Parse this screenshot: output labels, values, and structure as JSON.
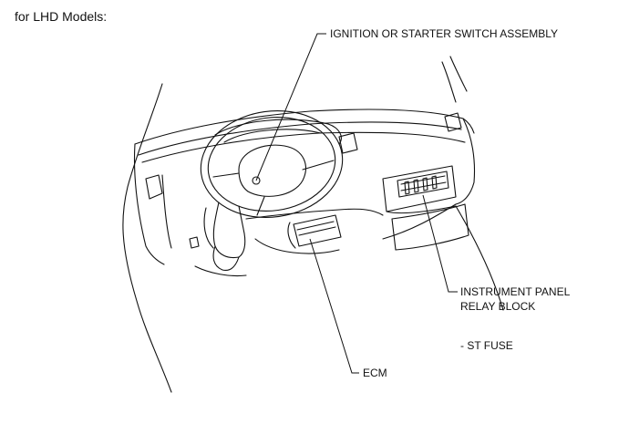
{
  "header": {
    "title": "for LHD Models:"
  },
  "callouts": {
    "ignition": "IGNITION OR STARTER SWITCH ASSEMBLY",
    "relay_block_line1": "INSTRUMENT PANEL",
    "relay_block_line2": "RELAY BLOCK",
    "st_fuse": "- ST FUSE",
    "ecm": "ECM"
  },
  "colors": {
    "ink": "#111111",
    "background": "#ffffff"
  }
}
